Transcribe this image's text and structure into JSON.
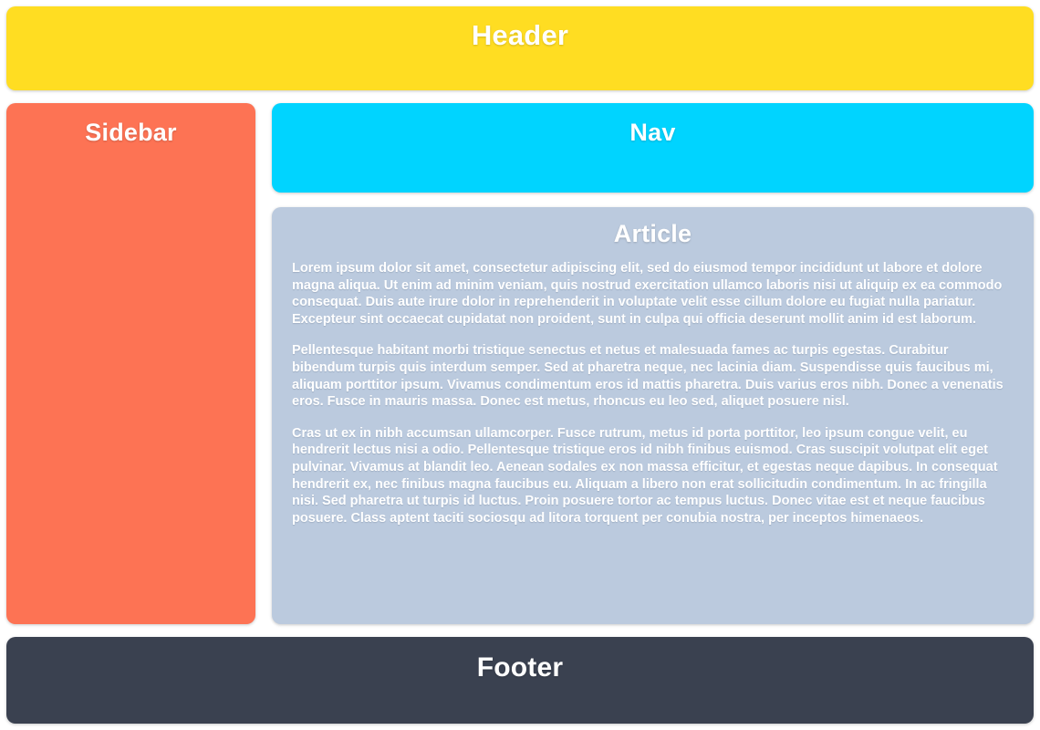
{
  "page": {
    "background_color": "#ffffff"
  },
  "header": {
    "title": "Header",
    "color": "#ffdd22"
  },
  "sidebar": {
    "title": "Sidebar",
    "color": "#fd7354"
  },
  "nav": {
    "title": "Nav",
    "color": "#00d4ff"
  },
  "article": {
    "title": "Article",
    "color": "#bbcade",
    "text_color": "#ffffff",
    "paragraphs": [
      "Lorem ipsum dolor sit amet, consectetur adipiscing elit, sed do eiusmod tempor incididunt ut labore et dolore magna aliqua. Ut enim ad minim veniam, quis nostrud exercitation ullamco laboris nisi ut aliquip ex ea commodo consequat. Duis aute irure dolor in reprehenderit in voluptate velit esse cillum dolore eu fugiat nulla pariatur. Excepteur sint occaecat cupidatat non proident, sunt in culpa qui officia deserunt mollit anim id est laborum.",
      "Pellentesque habitant morbi tristique senectus et netus et malesuada fames ac turpis egestas. Curabitur bibendum turpis quis interdum semper. Sed at pharetra neque, nec lacinia diam. Suspendisse quis faucibus mi, aliquam porttitor ipsum. Vivamus condimentum eros id mattis pharetra. Duis varius eros nibh. Donec a venenatis eros. Fusce in mauris massa. Donec est metus, rhoncus eu leo sed, aliquet posuere nisl.",
      "Cras ut ex in nibh accumsan ullamcorper. Fusce rutrum, metus id porta porttitor, leo ipsum congue velit, eu hendrerit lectus nisi a odio. Pellentesque tristique eros id nibh finibus euismod. Cras suscipit volutpat elit eget pulvinar. Vivamus at blandit leo. Aenean sodales ex non massa efficitur, et egestas neque dapibus. In consequat hendrerit ex, nec finibus magna faucibus eu. Aliquam a libero non erat sollicitudin condimentum. In ac fringilla nisi. Sed pharetra ut turpis id luctus. Proin posuere tortor ac tempus luctus. Donec vitae est et neque faucibus posuere. Class aptent taciti sociosqu ad litora torquent per conubia nostra, per inceptos himenaeos."
    ]
  },
  "footer": {
    "title": "Footer",
    "color": "#3a4150"
  }
}
